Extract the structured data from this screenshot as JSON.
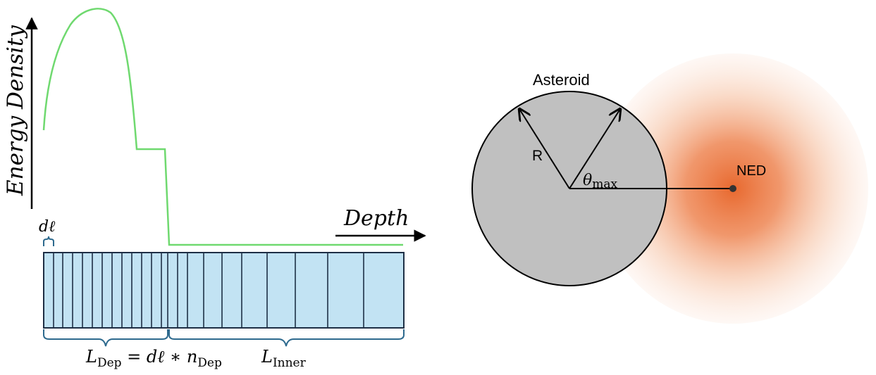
{
  "left_panel": {
    "y_axis_label": "Energy Density",
    "x_axis_label": "Depth",
    "cell_label": "dℓ",
    "l_dep": {
      "symbol": "L",
      "subscript": "Dep",
      "equals": " = dℓ ∗ n",
      "n_subscript": "Dep"
    },
    "l_inner": {
      "symbol": "L",
      "subscript": "Inner"
    },
    "colors": {
      "curve": "#6fd96f",
      "cells_fill": "#c2e3f3",
      "cells_stroke": "#1e2f45",
      "brace": "#2e6a8e"
    }
  },
  "right_panel": {
    "asteroid_label": "Asteroid",
    "radius_label": "R",
    "theta_symbol": "θ",
    "theta_subscript": "max",
    "ned_label": "NED",
    "colors": {
      "asteroid_fill": "#c0c0c0",
      "ned_core": "#e8692f",
      "ned_dot": "#333333"
    }
  }
}
